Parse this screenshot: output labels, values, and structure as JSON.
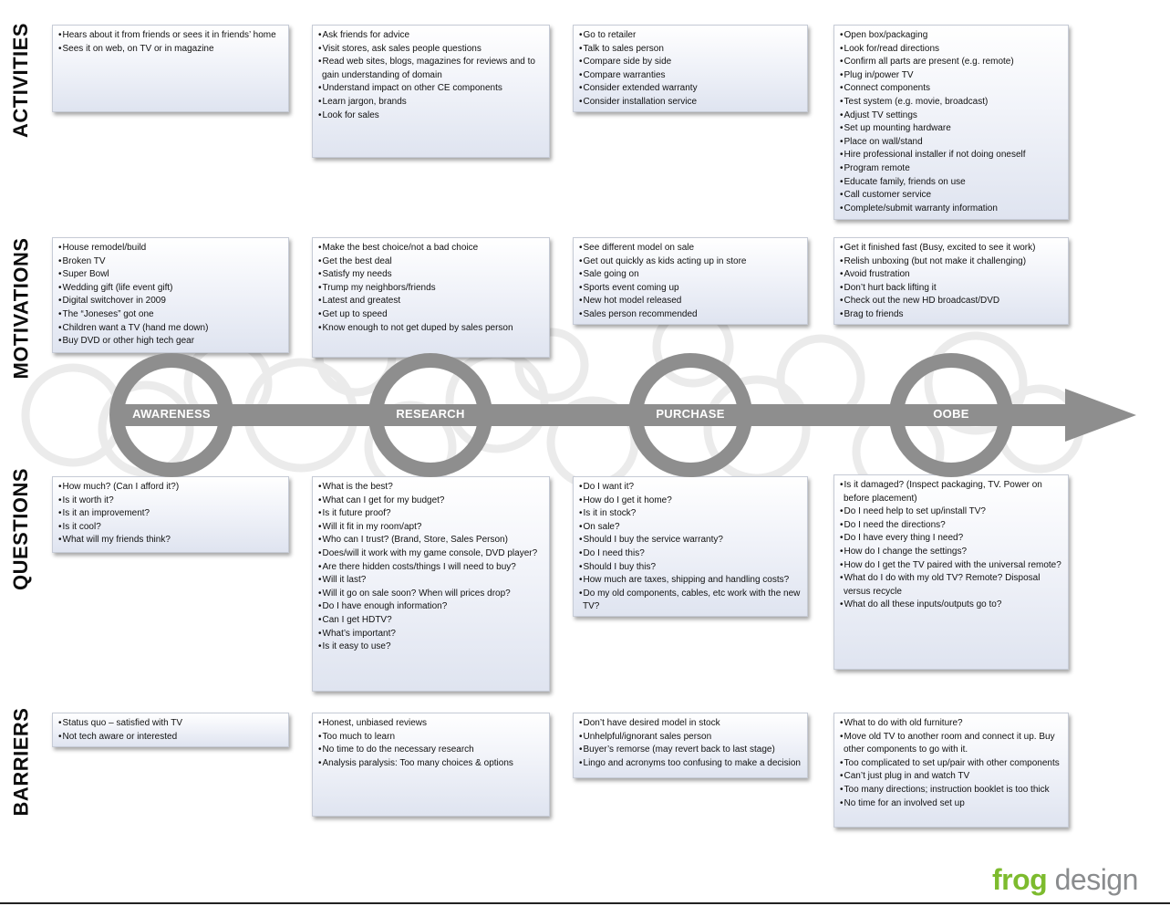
{
  "rows": {
    "activities": "ACTIVITIES",
    "motivations": "MOTIVATIONS",
    "questions": "QUESTIONS",
    "barriers": "BARRIERS"
  },
  "stages": [
    "AWARENESS",
    "RESEARCH",
    "PURCHASE",
    "OOBE"
  ],
  "activities": [
    [
      "Hears about it from friends or sees it in friends’ home",
      "Sees it on web, on TV or in magazine"
    ],
    [
      "Ask friends for advice",
      "Visit stores, ask sales people questions",
      "Read web sites, blogs, magazines for reviews and to gain understanding of domain",
      "Understand impact on other CE components",
      "Learn jargon, brands",
      "Look for sales"
    ],
    [
      "Go to retailer",
      "Talk to sales person",
      "Compare side by side",
      "Compare warranties",
      "Consider extended warranty",
      "Consider installation service"
    ],
    [
      "Open box/packaging",
      "Look for/read directions",
      "Confirm all parts are present (e.g. remote)",
      "Plug in/power TV",
      "Connect components",
      "Test system (e.g. movie, broadcast)",
      "Adjust TV settings",
      "Set up mounting hardware",
      "Place on wall/stand",
      "Hire professional installer if not doing oneself",
      "Program remote",
      "Educate family, friends on use",
      "Call customer service",
      "Complete/submit warranty information"
    ]
  ],
  "motivations": [
    [
      "House remodel/build",
      "Broken TV",
      "Super Bowl",
      "Wedding gift (life event gift)",
      "Digital switchover in 2009",
      "The “Joneses” got one",
      "Children want a TV (hand me down)",
      "Buy DVD or other high tech gear"
    ],
    [
      "Make the best choice/not a bad choice",
      "Get the best deal",
      "Satisfy my needs",
      "Trump my neighbors/friends",
      "Latest and greatest",
      "Get up to speed",
      "Know enough to not get duped by sales person"
    ],
    [
      "See different model on sale",
      "Get out quickly as kids acting up in store",
      "Sale going on",
      "Sports event coming up",
      "New hot model released",
      "Sales person recommended"
    ],
    [
      "Get it finished fast (Busy, excited to see it work)",
      "Relish unboxing (but not make it challenging)",
      "Avoid frustration",
      "Don’t hurt back lifting it",
      "Check out the new HD broadcast/DVD",
      "Brag to friends"
    ]
  ],
  "questions": [
    [
      "How much? (Can I afford it?)",
      "Is it worth it?",
      "Is it an improvement?",
      "Is it cool?",
      "What will my friends think?"
    ],
    [
      "What is the best?",
      "What can I get for my budget?",
      "Is it future proof?",
      "Will it fit in my room/apt?",
      "Who can I trust? (Brand, Store, Sales Person)",
      "Does/will it work with my game console, DVD player?",
      "Are there hidden costs/things I will need to buy?",
      "Will it last?",
      "Will it go on sale soon? When will prices drop?",
      "Do I have enough information?",
      "Can I get HDTV?",
      "What’s important?",
      "Is it easy to use?"
    ],
    [
      "Do I want it?",
      "How do I get it home?",
      "Is it in stock?",
      "On sale?",
      "Should I buy the service warranty?",
      "Do I need this?",
      "Should I buy this?",
      "How much are taxes, shipping and handling costs?",
      "Do my old components, cables, etc work with the new TV?"
    ],
    [
      "Is it damaged? (Inspect packaging, TV. Power on before placement)",
      "Do I need help to set up/install TV?",
      "Do I need the directions?",
      "Do I have every thing I need?",
      "How do I change the settings?",
      "How do I get the TV paired with the universal remote?",
      "What do I do with my old TV? Remote? Disposal versus recycle",
      "What do all these inputs/outputs go to?"
    ]
  ],
  "barriers": [
    [
      "Status quo – satisfied with TV",
      "Not tech aware or interested"
    ],
    [
      "Honest, unbiased reviews",
      "Too much to learn",
      "No time to do the necessary research",
      "Analysis paralysis: Too many choices & options"
    ],
    [
      "Don’t have desired model in stock",
      "Unhelpful/ignorant sales person",
      "Buyer’s remorse (may revert back to last stage)",
      "Lingo and acronyms too confusing to make a decision"
    ],
    [
      "What to do with old furniture?",
      "Move old TV to another room and connect it up. Buy other components to go with it.",
      "Too complicated to set up/pair with other components",
      "Can’t just plug in and watch TV",
      "Too many directions; instruction booklet is too thick",
      "No time for an involved set up"
    ]
  ],
  "logo": {
    "frog": "frog",
    "design": " design"
  },
  "colors": {
    "ring": "#8e8e8e",
    "logo_green": "#7dbb2e",
    "logo_gray": "#8a8c8e"
  }
}
